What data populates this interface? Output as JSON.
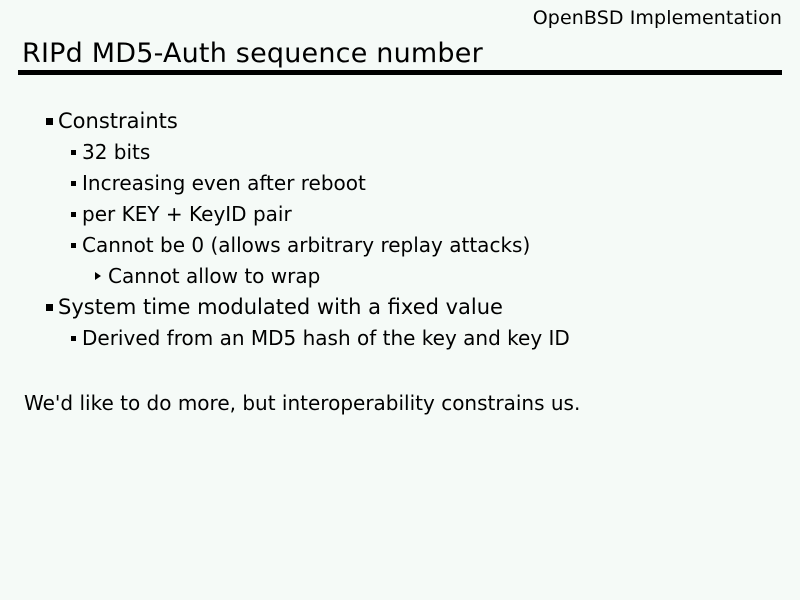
{
  "slide": {
    "header": "OpenBSD Implementation",
    "title": "RIPd MD5-Auth sequence number",
    "background_color": "#f5faf7",
    "text_color": "#000000",
    "rule_color": "#000000",
    "bullets": [
      {
        "level": 1,
        "text": "Constraints",
        "marker": "square-bullet"
      },
      {
        "level": 2,
        "text": "32 bits",
        "marker": "small-square-bullet"
      },
      {
        "level": 2,
        "text": "Increasing even after reboot",
        "marker": "small-square-bullet"
      },
      {
        "level": 2,
        "text": "per KEY + KeyID pair",
        "marker": "small-square-bullet"
      },
      {
        "level": 2,
        "text": "Cannot be 0 (allows arbitrary replay attacks)",
        "marker": "small-square-bullet"
      },
      {
        "level": 3,
        "text": "Cannot allow to wrap",
        "marker": "triangle-bullet"
      },
      {
        "level": 1,
        "text": "System time modulated with a fixed value",
        "marker": "square-bullet"
      },
      {
        "level": 2,
        "text": "Derived from an MD5 hash of the key and key ID",
        "marker": "small-square-bullet"
      }
    ],
    "closing_note": "We'd like to do more, but interoperability constrains us."
  }
}
